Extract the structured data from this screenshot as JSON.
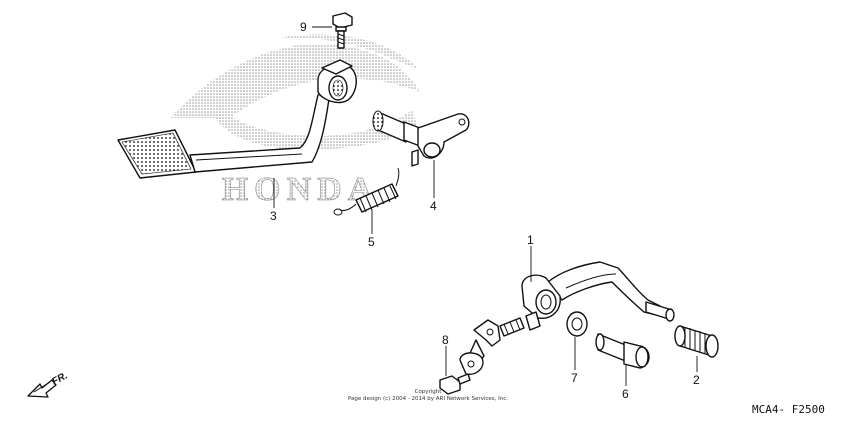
{
  "watermark": {
    "brand": "HONDA"
  },
  "callouts": [
    {
      "id": "9",
      "label": "9"
    },
    {
      "id": "3",
      "label": "3"
    },
    {
      "id": "4",
      "label": "4"
    },
    {
      "id": "5",
      "label": "5"
    },
    {
      "id": "1",
      "label": "1"
    },
    {
      "id": "8",
      "label": "8"
    },
    {
      "id": "7",
      "label": "7"
    },
    {
      "id": "6",
      "label": "6"
    },
    {
      "id": "2",
      "label": "2"
    }
  ],
  "copyright": {
    "line1": "Copyright",
    "line2": "Page design (c) 2004 - 2014 by ARI Network Services, Inc."
  },
  "direction": {
    "label": "FR."
  },
  "diagram_code": "MCA4- F2500"
}
